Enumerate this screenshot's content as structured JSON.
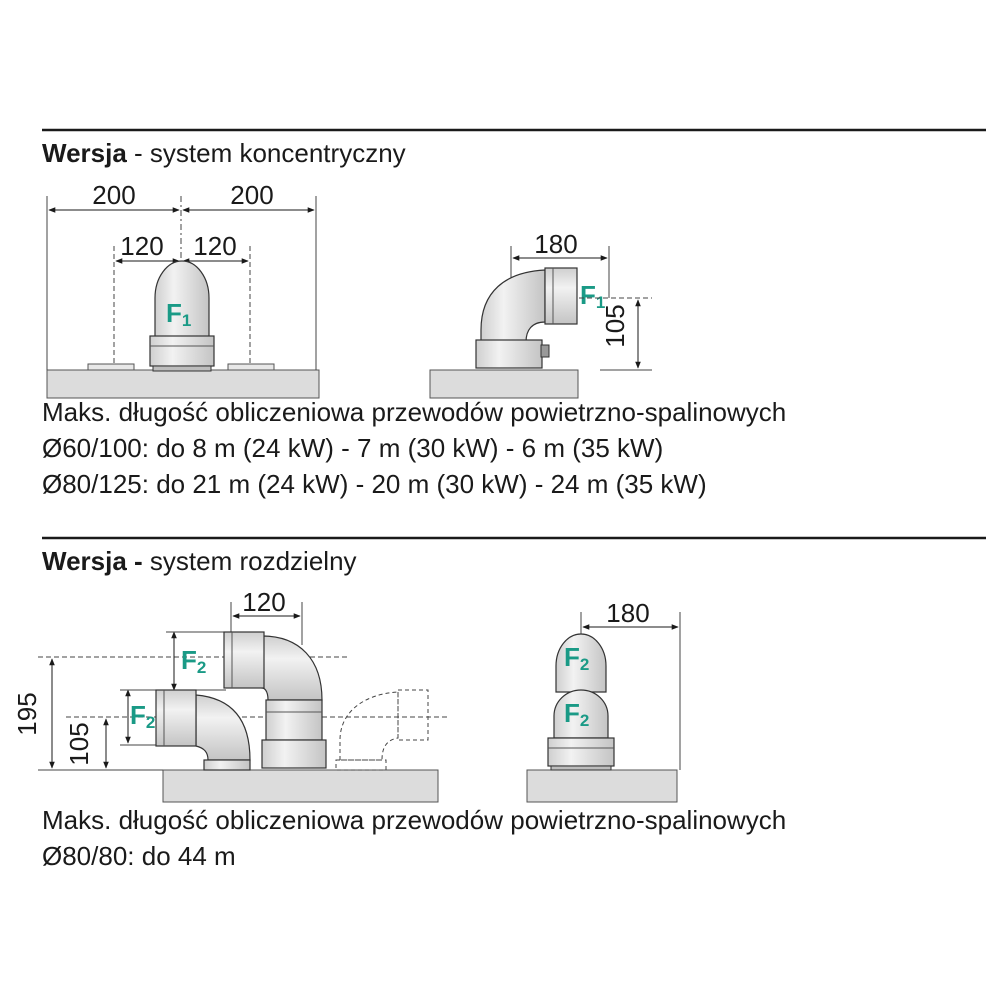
{
  "sections": [
    {
      "heading_bold": "Wersja",
      "heading_rest": " - system koncentryczny",
      "lines": [
        "Maks. długość obliczeniowa przewodów powietrzno-spalinowych",
        "Ø60/100: do 8 m (24 kW) - 7 m (30 kW) - 6 m (35 kW)",
        "Ø80/125: do 21 m (24 kW) - 20 m (30 kW) - 24 m (35 kW)"
      ]
    },
    {
      "heading_bold": "Wersja -",
      "heading_rest": " system rozdzielny",
      "lines": [
        "Maks. długość obliczeniowa przewodów powietrzno-spalinowych",
        "Ø80/80: do 44 m"
      ]
    }
  ],
  "dimensions": {
    "concentric_front": {
      "left": "200",
      "right": "200",
      "inner_left": "120",
      "inner_right": "120"
    },
    "concentric_side": {
      "width": "180",
      "height": "105"
    },
    "separate_front": {
      "width": "120",
      "height_outer": "195",
      "height_inner": "105"
    },
    "separate_side": {
      "width": "180"
    }
  },
  "labels": {
    "f1_letter": "F",
    "f1_sub": "1",
    "f2_letter": "F",
    "f2_sub": "2"
  },
  "colors": {
    "accent_label": "#1a9a86",
    "boiler_fill": "#dcdcdc",
    "pipe_fill": "#e4e4e4",
    "rule": "#1a1a1a"
  }
}
